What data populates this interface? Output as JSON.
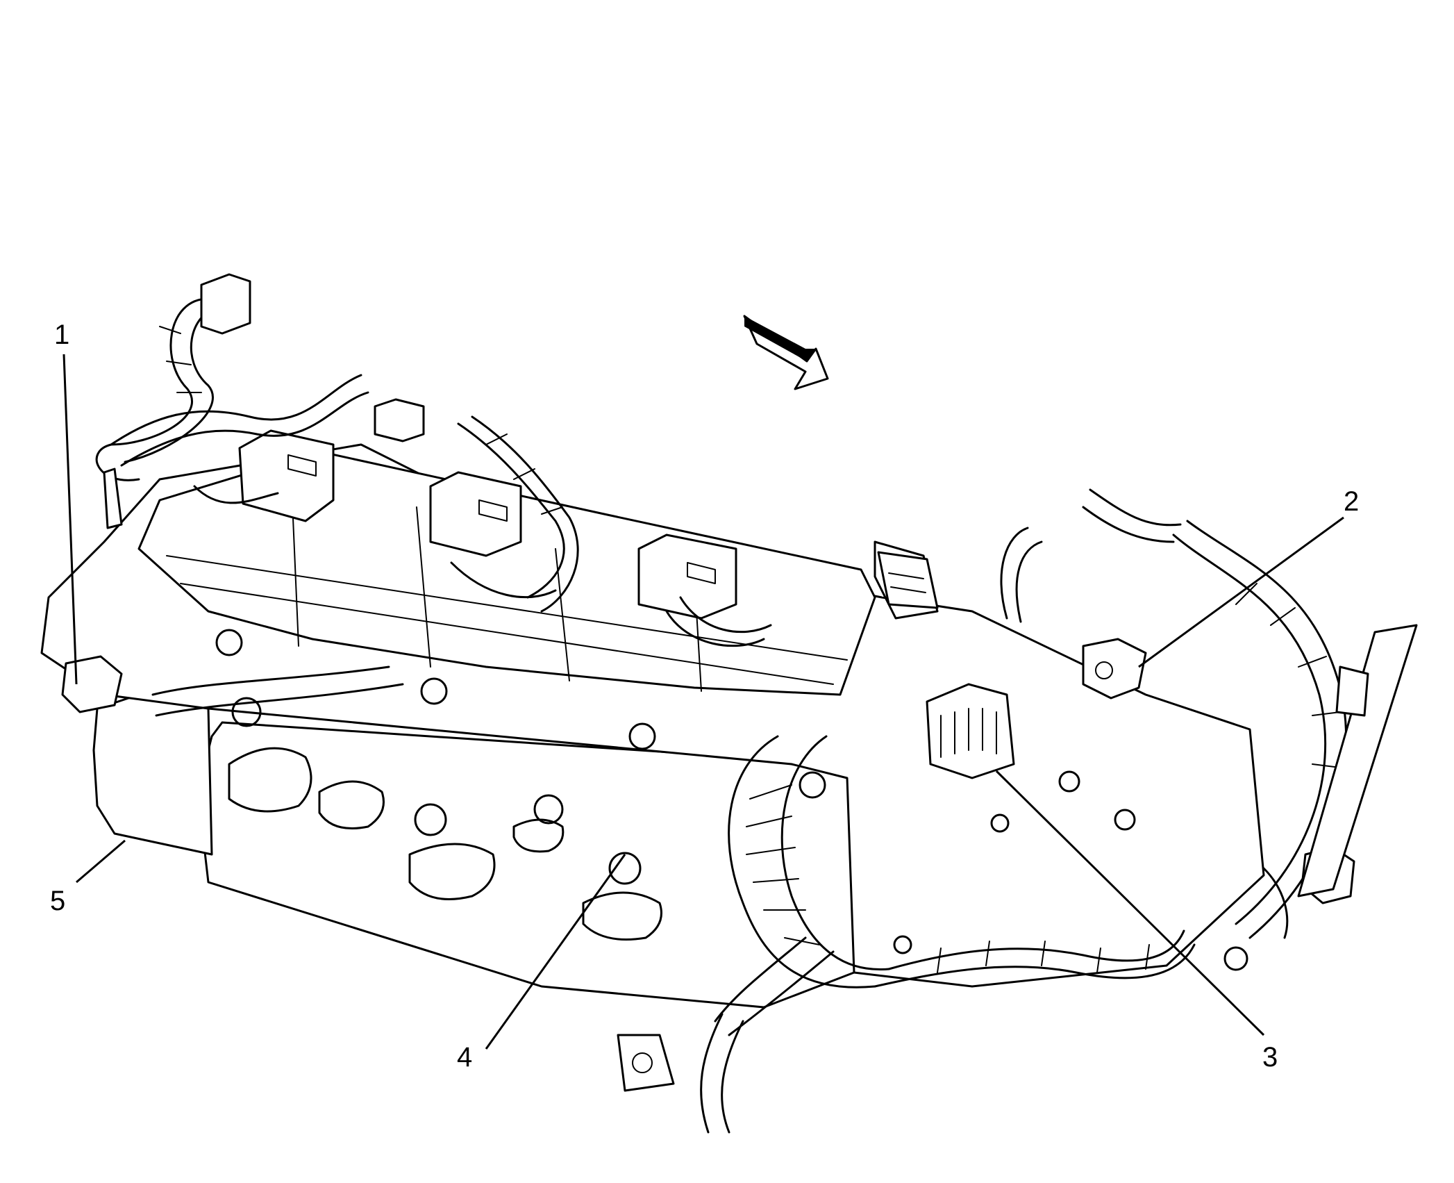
{
  "diagram": {
    "colors": {
      "line": "#000000",
      "background": "#ffffff"
    },
    "callouts": [
      {
        "id": "1",
        "label": "1"
      },
      {
        "id": "2",
        "label": "2"
      },
      {
        "id": "3",
        "label": "3"
      },
      {
        "id": "4",
        "label": "4"
      },
      {
        "id": "5",
        "label": "5"
      }
    ],
    "direction_indicator": "arrow-icon"
  }
}
